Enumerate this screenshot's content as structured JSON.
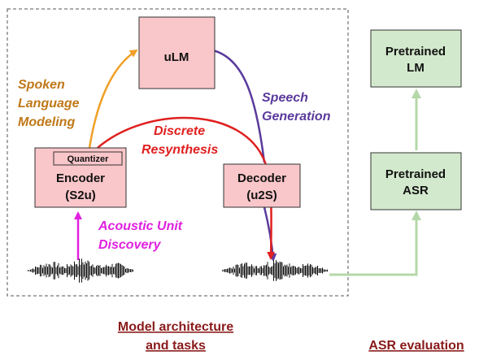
{
  "boxes": {
    "ulm": "uLM",
    "quantizer": "Quantizer",
    "encoder": [
      "Encoder",
      "(S2u)"
    ],
    "decoder": [
      "Decoder",
      "(u2S)"
    ],
    "pretrained_lm": [
      "Pretrained",
      "LM"
    ],
    "pretrained_asr": [
      "Pretrained",
      "ASR"
    ]
  },
  "tasks": {
    "spoken_language_modeling": [
      "Spoken",
      "Language",
      "Modeling"
    ],
    "speech_generation": [
      "Speech",
      "Generation"
    ],
    "discrete_resynthesis": [
      "Discrete",
      "Resynthesis"
    ],
    "acoustic_unit_discovery": [
      "Acoustic Unit",
      "Discovery"
    ]
  },
  "captions": {
    "model_architecture": [
      "Model architecture",
      "and tasks"
    ],
    "asr_evaluation": "ASR evaluation"
  },
  "colors": {
    "pink_fill": "#f9c6c9",
    "green_fill": "#d3e9cd",
    "orange": "#f0a028",
    "purple": "#5a3a9c",
    "red": "#e02020",
    "magenta": "#e020e0",
    "green_arrow": "#b4d8a8",
    "caption": "#8a1a1a"
  }
}
